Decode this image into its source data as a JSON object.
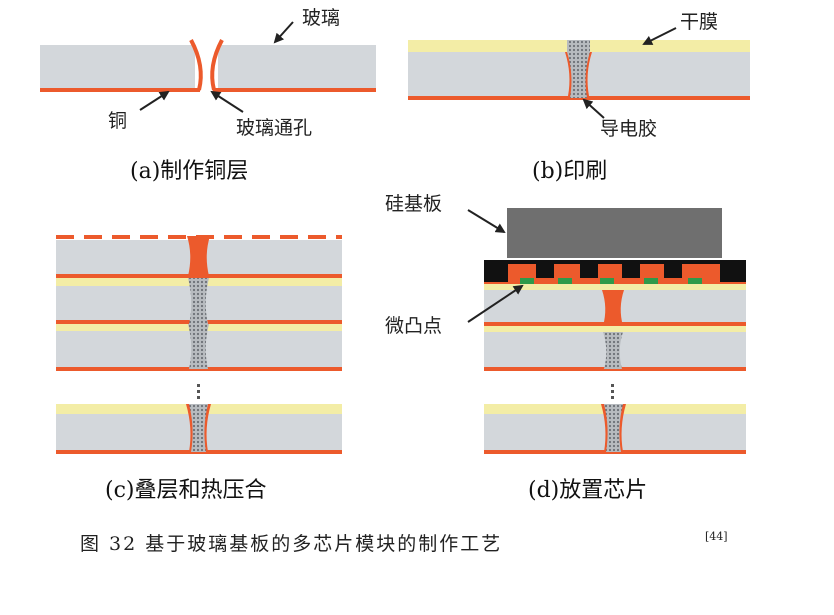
{
  "labels": {
    "glass": "玻璃",
    "copper": "铜",
    "glass_via": "玻璃通孔",
    "dry_film": "干膜",
    "conductive_adhesive": "导电胶",
    "silicon_substrate": "硅基板",
    "micro_bump": "微凸点"
  },
  "captions": {
    "a": "(a)制作铜层",
    "b": "(b)印刷",
    "c": "(c)叠层和热压合",
    "d": "(d)放置芯片"
  },
  "figure_caption": {
    "text": "图 32  基于玻璃基板的多芯片模块的制作工艺",
    "ref": "[44]"
  },
  "colors": {
    "glass": "#d3d7db",
    "copper": "#ec5a2c",
    "dry_film": "#f3eda6",
    "adhesive": "#9aa0a6",
    "silicon": "#6f6f6f",
    "bump_black": "#111111",
    "bump_green": "#2e9a4a"
  }
}
